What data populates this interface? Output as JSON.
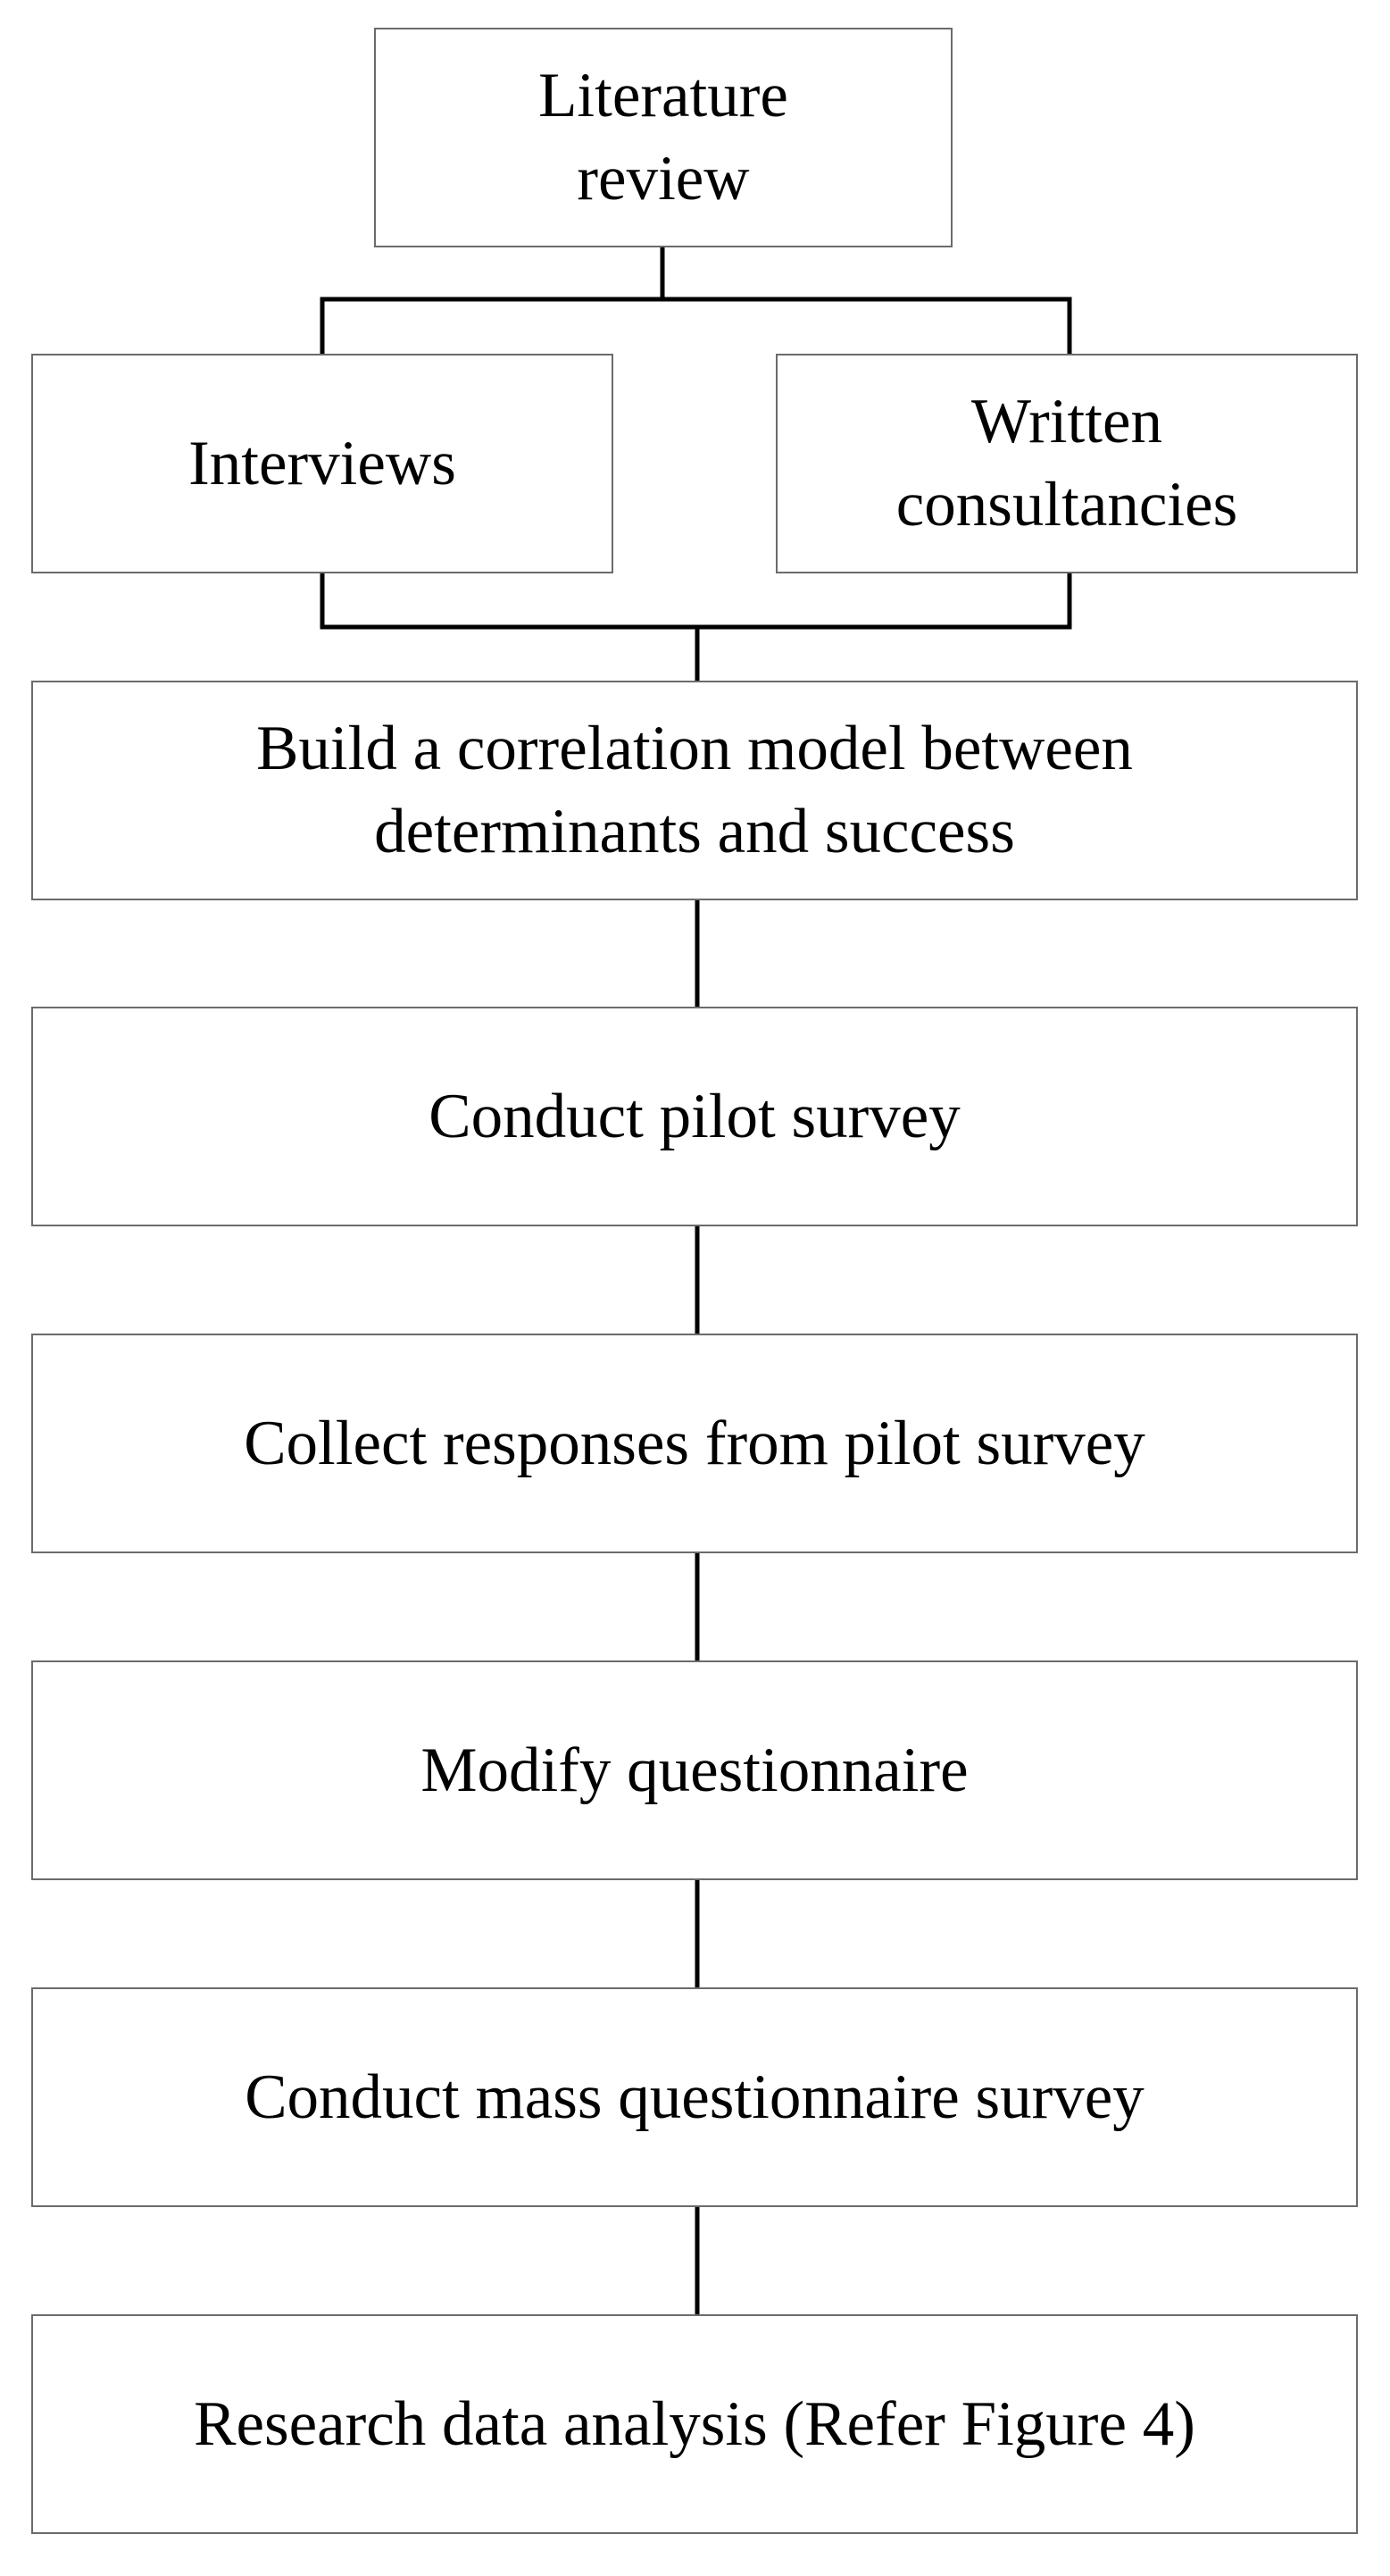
{
  "flowchart": {
    "literature_review": "Literature\nreview",
    "interviews": "Interviews",
    "written_consultancies": "Written\nconsultancies",
    "build_model": "Build a correlation model between\ndeterminants and success",
    "pilot_survey": "Conduct pilot survey",
    "collect_responses": "Collect responses from pilot survey",
    "modify_questionnaire": "Modify questionnaire",
    "mass_survey": "Conduct mass questionnaire survey",
    "data_analysis": "Research data analysis (Refer Figure 4)"
  }
}
